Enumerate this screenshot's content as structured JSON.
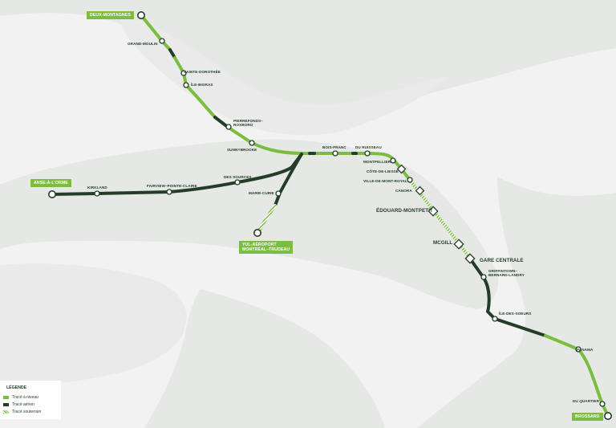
{
  "colors": {
    "background": "#f1f2f1",
    "land": "#e6e8e6",
    "at_grade": "#7bbd3e",
    "elevated": "#243d29",
    "underground": "#7bbd3e",
    "station_fill": "#ffffff",
    "station_stroke": "#243d29"
  },
  "termini": {
    "deux_montagnes": "DEUX-MONTAGNES",
    "anse_a_lorme": "ANSE-À-L’ORME",
    "airport_line1": "YUL-AÉROPORT",
    "airport_line2": "MONTRÉAL–TRUDEAU",
    "brossard": "BROSSARD"
  },
  "stations": {
    "grand_moulin": "GRAND-MOULIN",
    "sainte_dorothee": "SAINTE-DOROTHÉE",
    "ile_bigras": "ÎLE-BIGRAS",
    "pierrefonds_roxboro_1": "PIERREFONDS–",
    "pierrefonds_roxboro_2": "ROXBORO",
    "sunnybrooke": "SUNNYBROOKE",
    "bois_franc": "BOIS-FRANC",
    "du_ruisseau": "DU RUISSEAU",
    "montpellier": "MONTPELLIER",
    "cote_de_liesse": "CÔTE-DE-LIESSE",
    "ville_de_mont_royal": "VILLE-DE-MONT-ROYAL",
    "canora": "CANORA",
    "edouard_montpetit": "ÉDOUARD-MONTPETIT",
    "mcgill": "MCGILL",
    "gare_centrale": "GARE CENTRALE",
    "griffintown_1": "GRIFFINTOWN–",
    "griffintown_2": "BERNARD-LANDRY",
    "ile_des_soeurs": "ÎLE-DES-SOEURS",
    "panama": "PANAMA",
    "du_quartier": "DU QUARTIER",
    "kirkland": "KIRKLAND",
    "fairview": "FAIRVIEW–POINTE-CLAIRE",
    "des_sources": "DES SOURCES",
    "marie_curie": "MARIE-CURIE"
  },
  "legend": {
    "title": "LÉGENDE",
    "items": [
      {
        "label": "Tracé à niveau",
        "color": "#7bbd3e",
        "style": "solid"
      },
      {
        "label": "Tracé aérien",
        "color": "#243d29",
        "style": "solid"
      },
      {
        "label": "Tracé souterrain",
        "color": "#7bbd3e",
        "style": "hatched"
      }
    ]
  }
}
